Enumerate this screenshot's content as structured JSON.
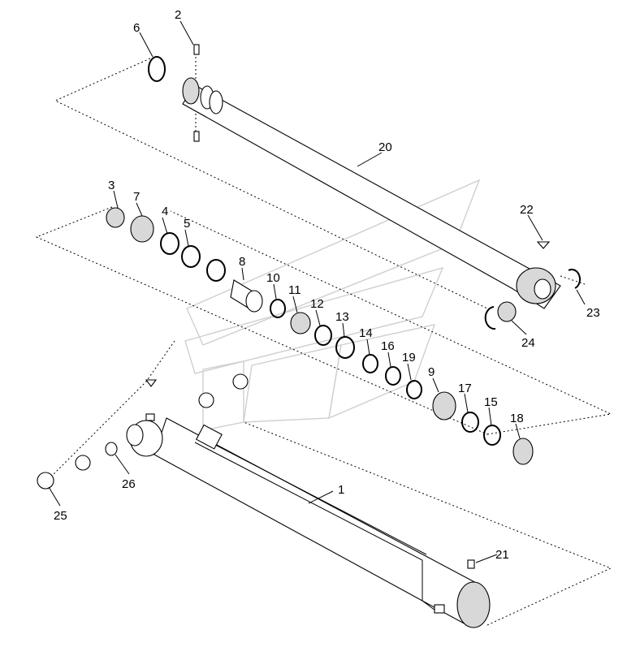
{
  "diagram": {
    "labels": {
      "p1": "1",
      "p2": "2",
      "p3": "3",
      "p4": "4",
      "p5": "5",
      "p6": "6",
      "p7": "7",
      "p8": "8",
      "p9": "9",
      "p10": "10",
      "p11": "11",
      "p12": "12",
      "p13": "13",
      "p14": "14",
      "p15": "15",
      "p16": "16",
      "p17": "17",
      "p18": "18",
      "p19": "19",
      "p20": "20",
      "p21": "21",
      "p22": "22",
      "p23": "23",
      "p24": "24",
      "p25": "25",
      "p26": "26"
    }
  }
}
